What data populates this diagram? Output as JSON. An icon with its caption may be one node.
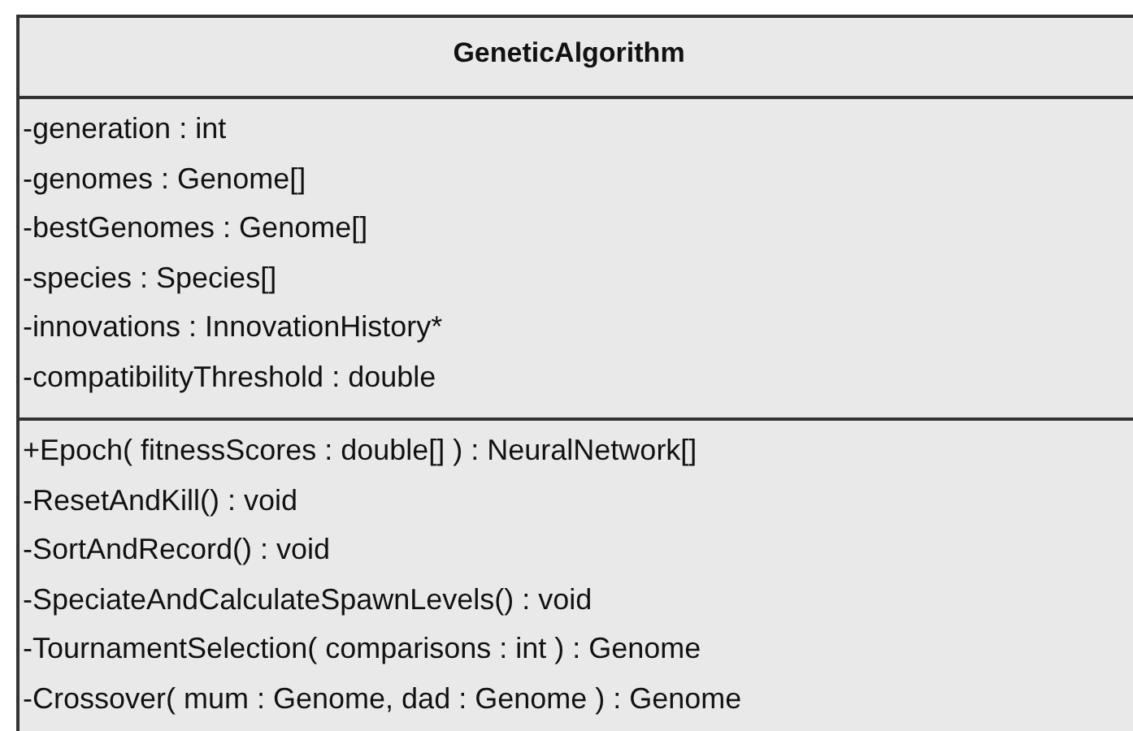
{
  "diagram": {
    "nodes": [
      {
        "text": [
          "GeneticAlgorithm"
        ]
      },
      {
        "text": [
          "-generation : int",
          "-genomes : Genome[]",
          "-bestGenomes : Genome[]",
          "-species : Species[]",
          "-innovations : InnovationHistory*",
          "-compatibilityThreshold : double"
        ],
        "in": 0
      },
      {
        "text": [
          "+Epoch( fitnessScores : double[] ) : NeuralNetwork[]",
          "-ResetAndKill() : void",
          "-SortAndRecord() : void",
          "-SpeciateAndCalculateSpawnLevels() : void",
          "-TournamentSelection( comparisons : int ) : Genome",
          "-Crossover( mum : Genome, dad : Genome ) : Genome"
        ],
        "in": 0
      }
    ]
  }
}
